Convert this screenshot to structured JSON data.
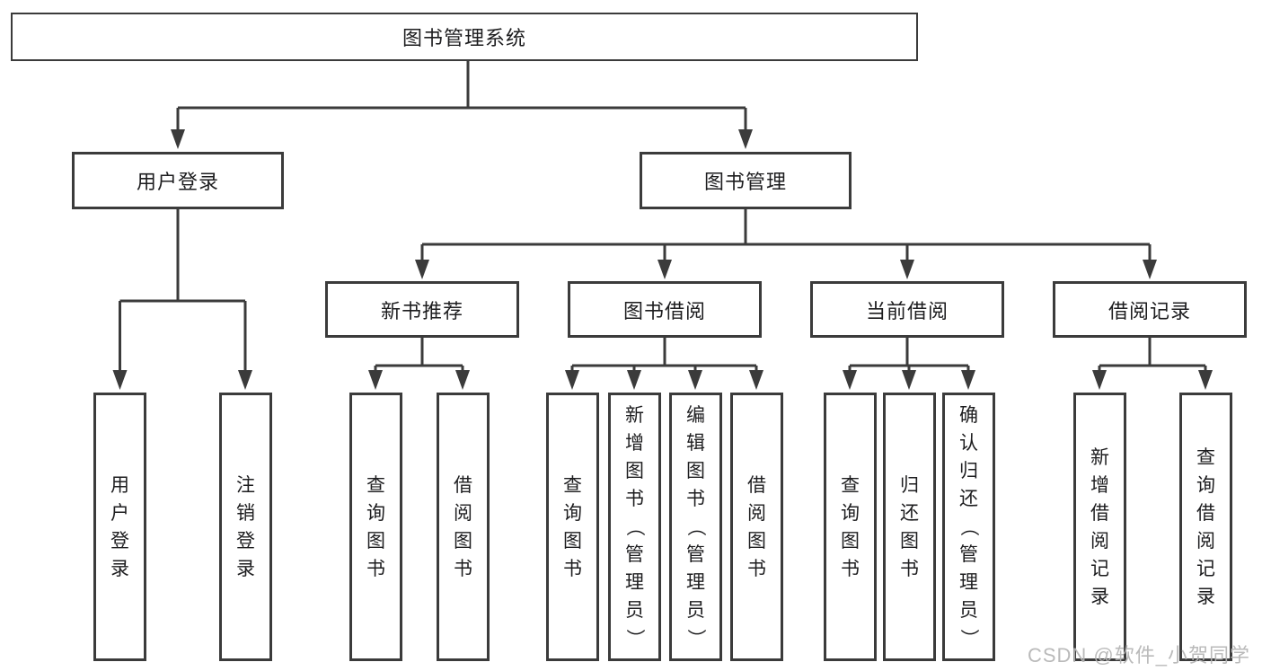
{
  "tree": {
    "label": "图书管理系统",
    "children": [
      {
        "label": "用户登录",
        "children": [
          {
            "label": "用户登录"
          },
          {
            "label": "注销登录"
          }
        ]
      },
      {
        "label": "图书管理",
        "children": [
          {
            "label": "新书推荐",
            "children": [
              {
                "label": "查询图书"
              },
              {
                "label": "借阅图书"
              }
            ]
          },
          {
            "label": "图书借阅",
            "children": [
              {
                "label": "查询图书"
              },
              {
                "label": "新增图书（管理员）"
              },
              {
                "label": "编辑图书（管理员）"
              },
              {
                "label": "借阅图书"
              }
            ]
          },
          {
            "label": "当前借阅",
            "children": [
              {
                "label": "查询图书"
              },
              {
                "label": "归还图书"
              },
              {
                "label": "确认归还（管理员）"
              }
            ]
          },
          {
            "label": "借阅记录",
            "children": [
              {
                "label": "新增借阅记录"
              },
              {
                "label": "查询借阅记录"
              }
            ]
          }
        ]
      }
    ]
  },
  "watermark": {
    "text": "CSDN @软件_小贺同学"
  },
  "colors": {
    "line": "#3b3b3b",
    "box_border": "#3b3b3b",
    "text": "#1d1d1f",
    "watermark": "#b4b4b4",
    "background": "#ffffff"
  }
}
